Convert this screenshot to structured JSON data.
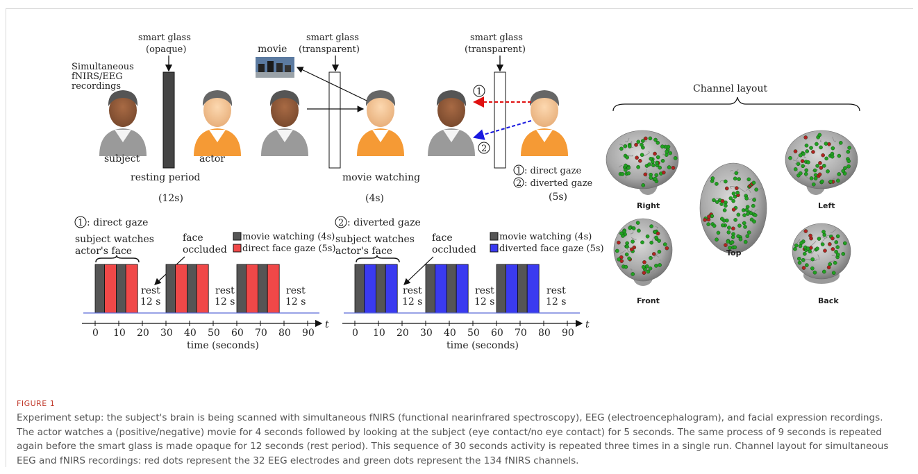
{
  "scene": {
    "simultaneous_label": [
      "Simultaneous",
      "fNIRS/EEG",
      "recordings"
    ],
    "glass1": [
      "smart glass",
      "(opaque)"
    ],
    "glass2": [
      "smart glass",
      "(transparent)"
    ],
    "glass3": [
      "smart glass",
      "(transparent)"
    ],
    "movie": "movie",
    "subject": "subject",
    "actor": "actor",
    "resting_period": "resting period",
    "resting_duration": "(12s)",
    "movie_watching": "movie watching",
    "movie_duration": "(4s)",
    "gaze_marker_1": "1",
    "gaze_marker_2": "2",
    "direct_gaze": ": direct gaze",
    "diverted_gaze": ": diverted gaze",
    "gaze_duration": "(5s)"
  },
  "timeline_left": {
    "title": ": direct gaze",
    "watch_label": [
      "subject watches",
      "actor's face"
    ],
    "occluded_label": [
      "face",
      "occluded"
    ],
    "legend_movie": "movie watching (4s)",
    "legend_gaze": "direct face gaze (5s)",
    "rest": [
      "rest",
      "12 s"
    ],
    "axis_label": "time (seconds)",
    "t": "t",
    "ticks": [
      "0",
      "10",
      "20",
      "30",
      "40",
      "50",
      "60",
      "70",
      "80",
      "90"
    ],
    "gaze_color": "#f04848"
  },
  "timeline_right": {
    "title": ": diverted gaze",
    "watch_label": [
      "subject watches",
      "actor's face"
    ],
    "occluded_label": [
      "face",
      "occluded"
    ],
    "legend_movie": "movie watching (4s)",
    "legend_gaze": "diverted face gaze (5s)",
    "rest": [
      "rest",
      "12 s"
    ],
    "axis_label": "time (seconds)",
    "t": "t",
    "ticks": [
      "0",
      "10",
      "20",
      "30",
      "40",
      "50",
      "60",
      "70",
      "80",
      "90"
    ],
    "gaze_color": "#3a3af0"
  },
  "channels": {
    "title": "Channel layout",
    "views": [
      "Right",
      "Top",
      "Left",
      "Front",
      "Back"
    ]
  },
  "colors": {
    "movie_block": "#555555",
    "eeg_dot": "#b22222",
    "fnirs_dot": "#22a022"
  },
  "caption": {
    "label": "FIGURE 1",
    "text": "Experiment setup: the subject's brain is being scanned with simultaneous fNIRS (functional nearinfrared spectroscopy), EEG (electroencephalogram), and facial expression recordings. The actor watches a (positive/negative) movie for 4 seconds followed by looking at the subject (eye contact/no eye contact) for 5 seconds. The same process of 9 seconds is repeated again before the smart glass is made opaque for 12 seconds (rest period). This sequence of 30 seconds activity is repeated three times in a single run. Channel layout for simultaneous EEG and fNIRS recordings: red dots represent the 32 EEG electrodes and green dots represent the 134 fNIRS channels."
  }
}
